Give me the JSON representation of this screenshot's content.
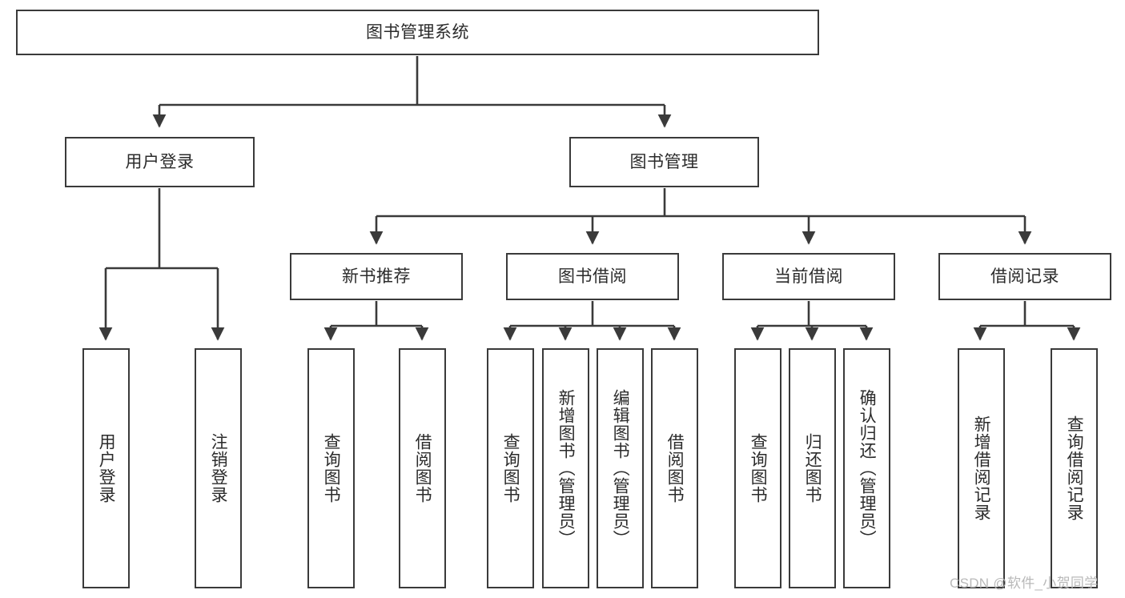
{
  "diagram": {
    "title": "图书管理系统",
    "type": "功能结构图",
    "root": {
      "id": "root",
      "label": "图书管理系统"
    },
    "level2": [
      {
        "id": "user-login",
        "label": "用户登录"
      },
      {
        "id": "book-manage",
        "label": "图书管理"
      }
    ],
    "level3": [
      {
        "id": "new-book-rec",
        "label": "新书推荐",
        "parent": "book-manage"
      },
      {
        "id": "book-borrow",
        "label": "图书借阅",
        "parent": "book-manage"
      },
      {
        "id": "current-borrow",
        "label": "当前借阅",
        "parent": "book-manage"
      },
      {
        "id": "borrow-record",
        "label": "借阅记录",
        "parent": "book-manage"
      }
    ],
    "leaves": [
      {
        "id": "leaf-user-login",
        "label": "用户登录",
        "parent": "user-login"
      },
      {
        "id": "leaf-logout",
        "label": "注销登录",
        "parent": "user-login"
      },
      {
        "id": "leaf-query-book-1",
        "label": "查询图书",
        "parent": "new-book-rec"
      },
      {
        "id": "leaf-borrow-book-1",
        "label": "借阅图书",
        "parent": "new-book-rec"
      },
      {
        "id": "leaf-query-book-2",
        "label": "查询图书",
        "parent": "book-borrow"
      },
      {
        "id": "leaf-add-book",
        "label": "新增图书（管理员）",
        "parent": "book-borrow"
      },
      {
        "id": "leaf-edit-book",
        "label": "编辑图书（管理员）",
        "parent": "book-borrow"
      },
      {
        "id": "leaf-borrow-book-2",
        "label": "借阅图书",
        "parent": "book-borrow"
      },
      {
        "id": "leaf-query-book-3",
        "label": "查询图书",
        "parent": "current-borrow"
      },
      {
        "id": "leaf-return-book",
        "label": "归还图书",
        "parent": "current-borrow"
      },
      {
        "id": "leaf-confirm-return",
        "label": "确认归还（管理员）",
        "parent": "current-borrow"
      },
      {
        "id": "leaf-add-record",
        "label": "新增借阅记录",
        "parent": "borrow-record"
      },
      {
        "id": "leaf-query-record",
        "label": "查询借阅记录",
        "parent": "borrow-record"
      }
    ],
    "watermark": "CSDN @软件_小贺同学",
    "colors": {
      "stroke": "#3a3a3a",
      "text": "#2b2b2b",
      "background": "#ffffff",
      "watermark": "#b9b9b9"
    }
  }
}
